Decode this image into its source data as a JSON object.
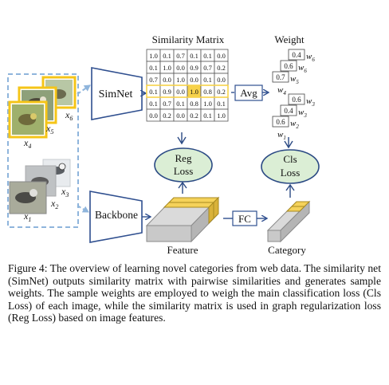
{
  "figure": {
    "matrix_title": "Similarity Matrix",
    "weight_title": "Weight",
    "simnet_label": "SimNet",
    "backbone_label": "Backbone",
    "avg_label": "Avg",
    "fc_label": "FC",
    "reg_loss": [
      "Reg",
      "Loss"
    ],
    "cls_loss": [
      "Cls",
      "Loss"
    ],
    "feature_label": "Feature",
    "category_label": "Category",
    "matrix": [
      [
        "1.0",
        "0.1",
        "0.7",
        "0.1",
        "0.1",
        "0.0"
      ],
      [
        "0.1",
        "1.0",
        "0.0",
        "0.9",
        "0.7",
        "0.2"
      ],
      [
        "0.7",
        "0.0",
        "1.0",
        "0.0",
        "0.1",
        "0.0"
      ],
      [
        "0.1",
        "0.9",
        "0.0",
        "1.0",
        "0.8",
        "0.2"
      ],
      [
        "0.1",
        "0.7",
        "0.1",
        "0.8",
        "1.0",
        "0.1"
      ],
      [
        "0.0",
        "0.2",
        "0.0",
        "0.2",
        "0.1",
        "1.0"
      ]
    ],
    "weights_top": [
      {
        "value": "0.4",
        "sub": "w",
        "idx": "6"
      },
      {
        "value": "0.6",
        "sub": "w",
        "idx": "6"
      },
      {
        "value": "0.7",
        "sub": "w",
        "idx": "5"
      },
      {
        "value": "",
        "sub": "w",
        "idx": "4"
      }
    ],
    "weights_bottom": [
      {
        "value": "0.6",
        "sub": "w",
        "idx": "3"
      },
      {
        "value": "0.4",
        "sub": "w",
        "idx": "3"
      },
      {
        "value": "0.6",
        "sub": "w",
        "idx": "2"
      },
      {
        "value": "",
        "sub": "w",
        "idx": "1"
      }
    ],
    "image_labels_web": [
      "x6",
      "x5",
      "x4"
    ],
    "image_labels_other": [
      "x3",
      "x2",
      "x1"
    ],
    "colors": {
      "dashed_box": "#8fb5dc",
      "net_stroke": "#2f4f8f",
      "highlight": "#f5c518",
      "loss_fill": "#dbeed5",
      "loss_stroke": "#2b4a84",
      "matrix_highlight": "#f7d24a"
    }
  },
  "caption": "Figure 4: The overview of learning novel categories from web data. The similarity net (SimNet) outputs similarity matrix with pairwise similarities and generates sample weights. The sample weights are employed to weigh the main classification loss (Cls Loss) of each image, while the similarity matrix is used in graph regularization loss (Reg Loss) based on image features."
}
